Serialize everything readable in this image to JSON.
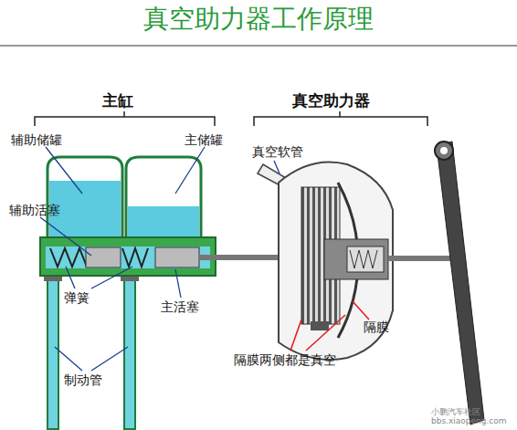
{
  "diagram": {
    "title": "真空助力器工作原理",
    "labels": [
      "主缸",
      "真空助力器",
      "辅助储罐",
      "主储罐",
      "真空软管",
      "辅助活塞",
      "弹簧",
      "主活塞",
      "隔膜",
      "隔膜两侧都是真空",
      "制动管",
      "小鹏汽车社区",
      "bbs.xiaopeng.com"
    ]
  }
}
